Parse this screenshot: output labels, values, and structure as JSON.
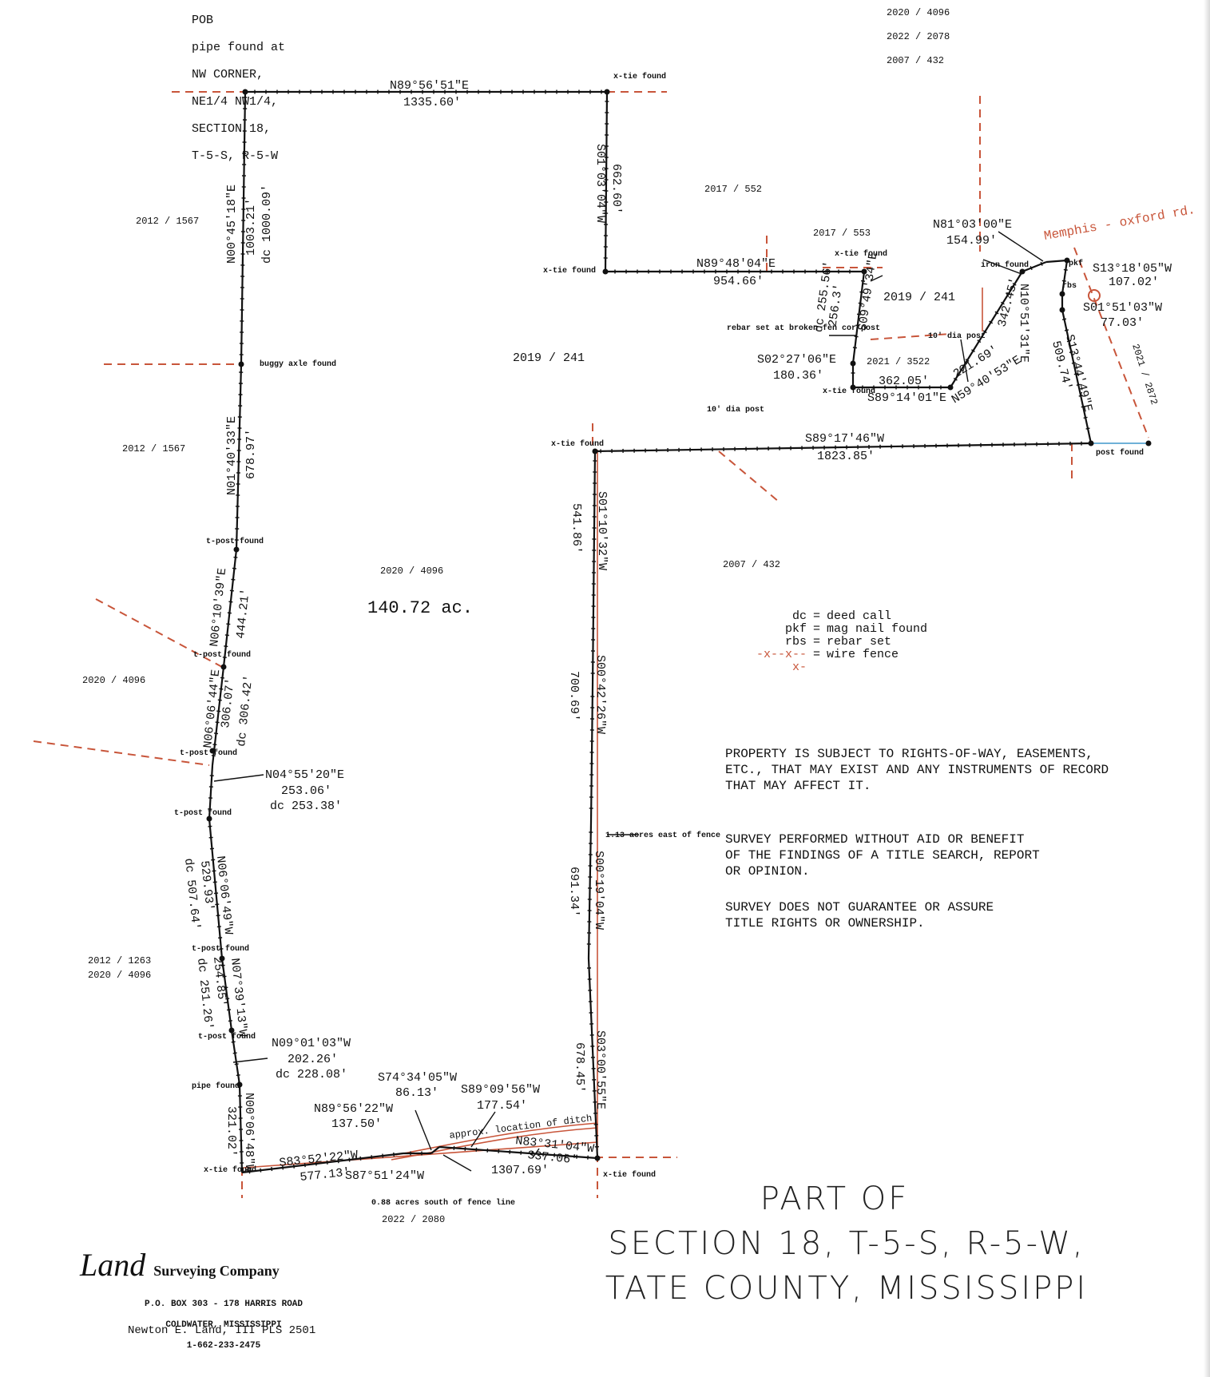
{
  "pob": {
    "title": "POB",
    "lines": [
      "pipe found at",
      "NW CORNER,",
      "NE1/4 NW1/4,",
      "SECTION 18,",
      "T-5-S, R-5-W"
    ]
  },
  "top_right_refs": [
    "2020 / 4096",
    "2022 / 2078",
    "2007 / 432"
  ],
  "colors": {
    "line": "#111111",
    "red_dash": "#c8553a",
    "blue": "#6fb1d8"
  },
  "parcels": {
    "p2012_1567_a": "2012 / 1567",
    "p2012_1567_b": "2012 / 1567",
    "p2017_552": "2017 / 552",
    "p2017_553": "2017 / 553",
    "p2019_241_a": "2019 / 241",
    "p2019_241_b": "2019 / 241",
    "p2021_3522": "2021 / 3522",
    "p2021_2872": "2021 / 2872",
    "p2007_432": "2007 / 432",
    "p2020_4096_a": "2020 / 4096",
    "p2020_4096_b": "2020 / 4096",
    "p2012_1263": "2012 / 1263",
    "p2020_4096_c": "2020 / 4096",
    "p2022_2080": "2022 / 2080"
  },
  "acreage": "140.72 ac.",
  "calls": {
    "top_bearing": "N89°56'51\"E",
    "top_dist": "1335.60'",
    "east_upper_bearing": "S01°03'04\"W",
    "east_upper_dist": "662.60'",
    "mid_bearing": "N89°48'04\"E",
    "mid_dist": "954.66'",
    "w1_bearing": "N00°45'18\"E",
    "w1_dist": "1003.21'",
    "w1_dc": "dc 1000.09'",
    "w2_bearing": "N01°40'33\"E",
    "w2_dist": "678.97'",
    "w3_bearing": "N06°10'39\"E",
    "w3_dist": "444.21'",
    "w4_bearing": "N06°06'44\"E",
    "w4_dist": "306.07'",
    "w4_dc": "dc 306.42'",
    "w5_bearing": "N04°55'20\"E",
    "w5_dist": "253.06'",
    "w5_dc": "dc 253.38'",
    "w6_bearing": "N06°06'49\"W",
    "w6_dist": "529.93'",
    "w6_dc": "dc 507.64'",
    "w7_bearing": "N07°39'13\"W",
    "w7_dist": "254.85'",
    "w7_dc": "dc 251.26'",
    "w8_bearing": "N09°01'03\"W",
    "w8_dist": "202.26'",
    "w8_dc": "dc 228.08'",
    "w9_bearing": "N00°06'48\"W",
    "w9_dist": "321.02'",
    "s1_bearing": "S83°52'22\"W",
    "s1_dist": "577.13'",
    "s2_bearing": "N89°56'22\"W",
    "s2_dist": "137.50'",
    "s3_bearing": "S74°34'05\"W",
    "s3_dist": "86.13'",
    "s4_bearing": "S89°09'56\"W",
    "s4_dist": "177.54'",
    "s5_bearing": "N83°31'04\"W",
    "s5_dist": "337.06'",
    "s6_bearing": "S87°51'24\"W",
    "s6_dist": "1307.69'",
    "e1_bearing": "S03°00'55\"E",
    "e1_dist": "678.45'",
    "e2_bearing": "S00°19'04\"W",
    "e2_dist": "691.34'",
    "e3_bearing": "S00°42'26\"W",
    "e3_dist": "700.69'",
    "e4_bearing": "S01°10'32\"W",
    "e4_dist": "541.86'",
    "n1_bearing": "S89°17'46\"W",
    "n1_dist": "1823.85'",
    "r1_bearing": "S09°49'34\"E",
    "r1_dist": "256.3'",
    "r1_dc": "dc 255.56'",
    "r2_bearing": "S02°27'06\"E",
    "r2_dist": "180.36'",
    "r3_bearing": "S89°14'01\"E",
    "r3_dist": "362.05'",
    "r4_bearing": "N59°40'53\"E",
    "r4_dist": "221.69'",
    "r5_bearing": "N10°51'31\"E",
    "r5_dist": "342.45'",
    "r6_bearing": "N81°03'00\"E",
    "r6_dist": "154.99'",
    "r7_bearing": "S13°18'05\"W",
    "r7_dist": "107.02'",
    "r8_bearing": "S01°51'03\"W",
    "r8_dist": "77.03'",
    "r9_bearing": "S13°44'49\"E",
    "r9_dist": "509.74'"
  },
  "monuments": {
    "xtie_top": "x-tie found",
    "xtie_mid": "x-tie found",
    "xtie_left_notch": "x-tie found",
    "xtie_e_notch": "x-tie found",
    "xtie_2021": "x-tie found",
    "xtie_sw": "x-tie found",
    "xtie_se": "x-tie found",
    "buggy_axle": "buggy axle found",
    "tpost1": "t-post found",
    "tpost2": "t-post found",
    "tpost3": "t-post found",
    "tpost4": "t-post found",
    "tpost5": "t-post found",
    "tpost6": "t-post found",
    "pipe_found": "pipe found",
    "rebar_set": "rebar set at broken fen cor post",
    "dia_post_10_a": "10' dia post",
    "dia_post_10_b": "10' dia post",
    "iron_found": "iron found",
    "pkf": "pkf",
    "rbs": "rbs",
    "post_found": "post found",
    "fence_east": "1.13 acres east of fence",
    "fence_south": "0.88 acres south of fence line",
    "ditch": "approx. location of ditch"
  },
  "road": "Memphis - oxford rd.",
  "legend": [
    {
      "key": "dc",
      "value": "deed call"
    },
    {
      "key": "pkf",
      "value": "mag nail found"
    },
    {
      "key": "rbs",
      "value": "rebar set"
    },
    {
      "key": "-x--x--x-",
      "value": "wire fence"
    }
  ],
  "notes": {
    "n1": "PROPERTY IS SUBJECT TO RIGHTS-OF-WAY, EASEMENTS,\nETC., THAT MAY EXIST AND ANY INSTRUMENTS OF RECORD\nTHAT MAY AFFECT IT.",
    "n2": "SURVEY PERFORMED WITHOUT AID OR BENEFIT\nOF THE FINDINGS OF A TITLE SEARCH, REPORT\nOR OPINION.",
    "n3": "SURVEY DOES NOT GUARANTEE OR ASSURE\nTITLE RIGHTS OR OWNERSHIP."
  },
  "title": {
    "line1": "PART OF",
    "line2": "SECTION 18, T-5-S, R-5-W,",
    "line3": "TATE COUNTY, MISSISSIPPI"
  },
  "company": {
    "logo": "Land",
    "name": "Surveying Company",
    "address1": "P.O. BOX 303 - 178 HARRIS ROAD",
    "address2": "COLDWATER, MISSISSIPPI",
    "phone": "1-662-233-2475",
    "surveyor": "Newton E. Land, III PLS 2501"
  }
}
